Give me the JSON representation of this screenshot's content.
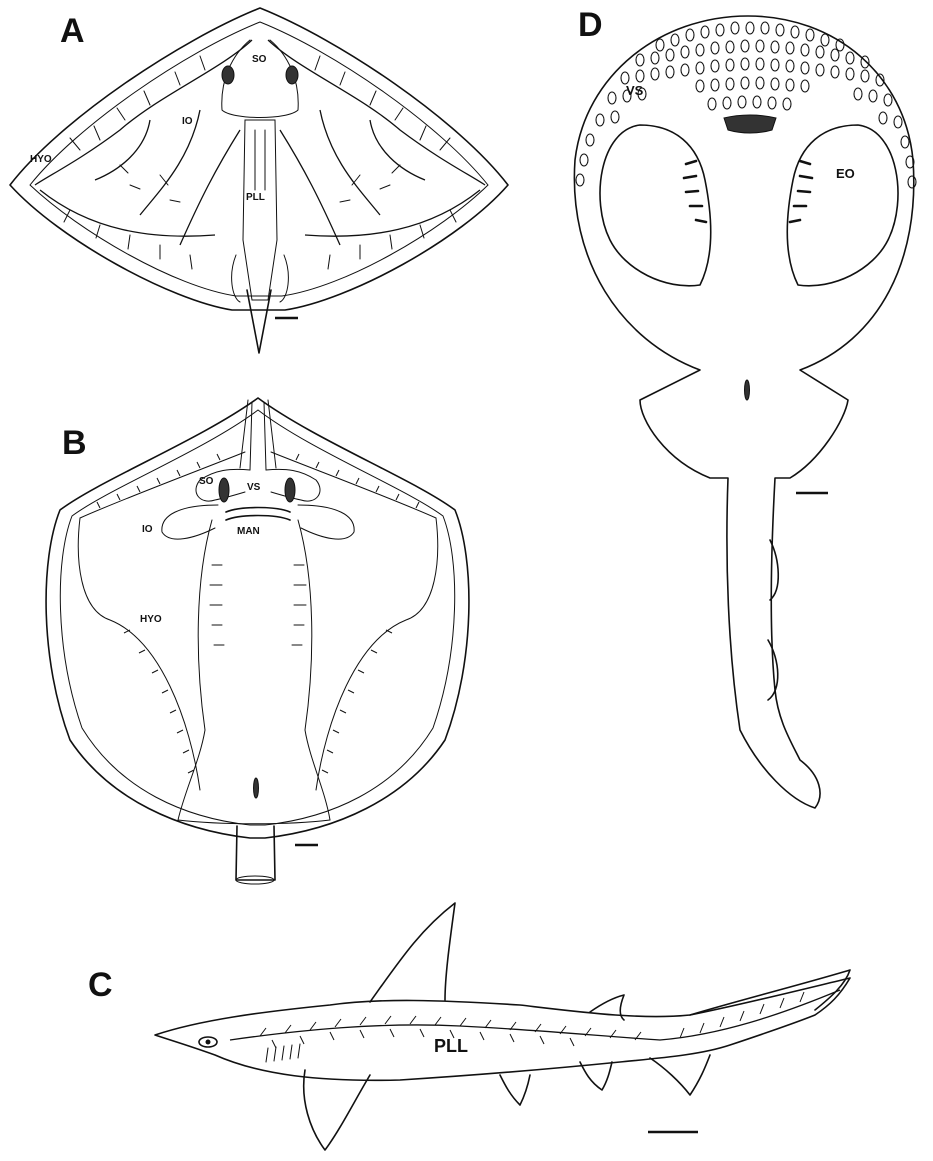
{
  "panels": {
    "A": {
      "letter": "A",
      "labels": {
        "so": "SO",
        "io": "IO",
        "hyo": "HYO",
        "pll": "PLL"
      }
    },
    "B": {
      "letter": "B",
      "labels": {
        "so": "SO",
        "vs": "VS",
        "io": "IO",
        "man": "MAN",
        "hyo": "HYO"
      }
    },
    "C": {
      "letter": "C",
      "labels": {
        "pll": "PLL"
      }
    },
    "D": {
      "letter": "D",
      "labels": {
        "vs": "VS",
        "eo": "EO"
      }
    }
  }
}
